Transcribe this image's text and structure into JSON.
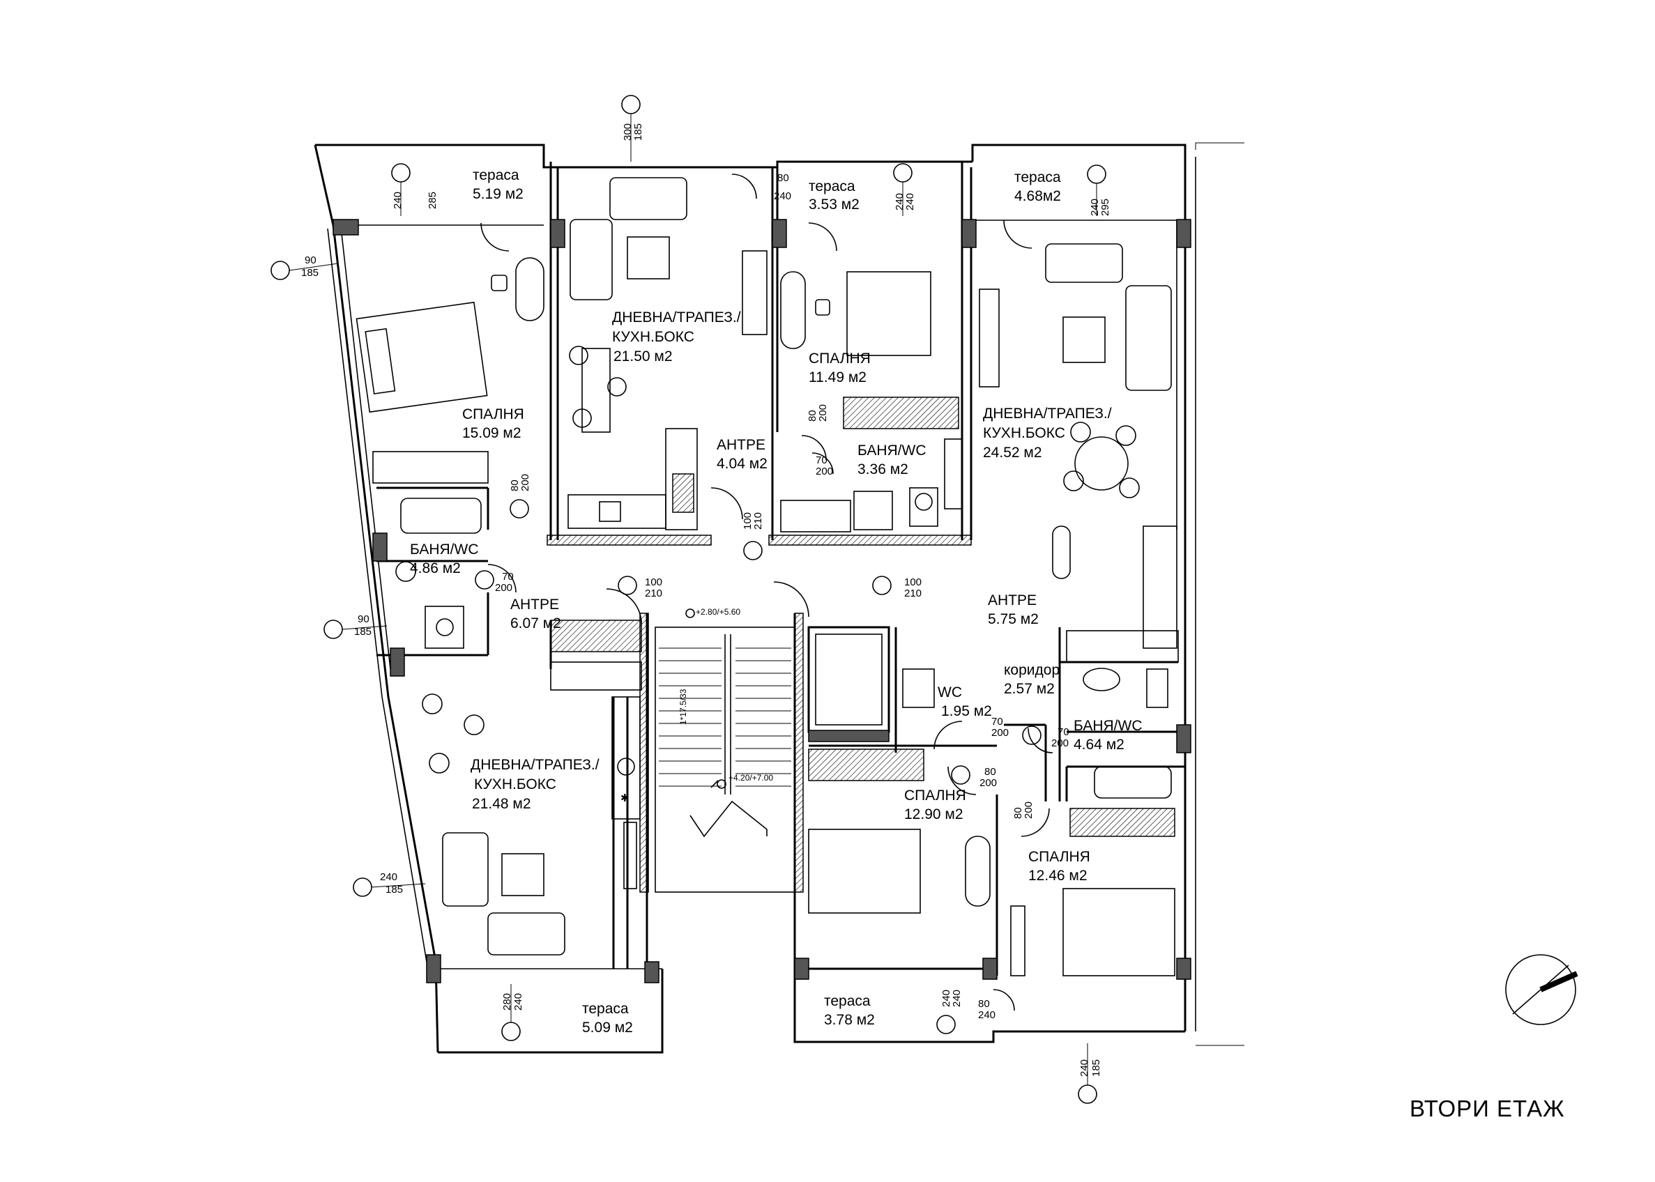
{
  "plan_title": "ВТОРИ ЕТАЖ",
  "rooms": [
    {
      "id": "r1",
      "name": "тераса",
      "area": "5.19 м2"
    },
    {
      "id": "r2",
      "name": "СПАЛНЯ",
      "area": "15.09 м2"
    },
    {
      "id": "r3",
      "name": "БАНЯ/WC",
      "area": "4.86 м2"
    },
    {
      "id": "r4",
      "name": "АНТРЕ",
      "area": "6.07 м2"
    },
    {
      "id": "r5",
      "name": "ДНЕВНА/ТРАПЕЗ./",
      "name2": "КУХН.БОКС",
      "area": "21.48 м2"
    },
    {
      "id": "r6",
      "name": "тераса",
      "area": "5.09 м2"
    },
    {
      "id": "r7",
      "name": "ДНЕВНА/ТРАПЕЗ./",
      "name2": "КУХН.БОКС",
      "area": "21.50 м2"
    },
    {
      "id": "r8",
      "name": "АНТРЕ",
      "area": "4.04 м2"
    },
    {
      "id": "r9",
      "name": "тераса",
      "area": "3.53 м2"
    },
    {
      "id": "r10",
      "name": "СПАЛНЯ",
      "area": "11.49 м2"
    },
    {
      "id": "r11",
      "name": "БАНЯ/WC",
      "area": "3.36 м2"
    },
    {
      "id": "r12",
      "name": "тераса",
      "area": "4.68м2"
    },
    {
      "id": "r13",
      "name": "ДНЕВНА/ТРАПЕЗ./",
      "name2": "КУХН.БОКС",
      "area": "24.52 м2"
    },
    {
      "id": "r14",
      "name": "АНТРЕ",
      "area": "5.75 м2"
    },
    {
      "id": "r15",
      "name": "коридор",
      "area": "2.57 м2"
    },
    {
      "id": "r16",
      "name": "WC",
      "area": "1.95 м2"
    },
    {
      "id": "r17",
      "name": "БАНЯ/WC",
      "area": "4.64 м2"
    },
    {
      "id": "r18",
      "name": "СПАЛНЯ",
      "area": "12.90 м2"
    },
    {
      "id": "r19",
      "name": "СПАЛНЯ",
      "area": "12.46 м2"
    },
    {
      "id": "r20",
      "name": "тераса",
      "area": "3.78 м2"
    }
  ],
  "openings": {
    "o1": {
      "a": "300",
      "b": "185"
    },
    "o2": {
      "a": "285",
      "b": "240"
    },
    "o3": {
      "a": "90",
      "b": "185"
    },
    "o4": {
      "a": "80",
      "b": "240"
    },
    "o5": {
      "a": "240",
      "b": "240"
    },
    "o6": {
      "a": "295",
      "b": "240"
    },
    "o7": {
      "a": "80",
      "b": "200"
    },
    "o8": {
      "a": "80",
      "b": "200"
    },
    "o9": {
      "a": "70",
      "b": "200"
    },
    "o10": {
      "a": "100",
      "b": "210"
    },
    "o11": {
      "a": "70",
      "b": "200"
    },
    "o12": {
      "a": "100",
      "b": "210"
    },
    "o13": {
      "a": "100",
      "b": "210"
    },
    "o14": {
      "a": "90",
      "b": "185"
    },
    "o15": {
      "a": "70",
      "b": "200"
    },
    "o16": {
      "a": "70",
      "b": "200"
    },
    "o17": {
      "a": "80",
      "b": "200"
    },
    "o18": {
      "a": "80",
      "b": "200"
    },
    "o19": {
      "a": "240",
      "b": "185"
    },
    "o20": {
      "a": "280",
      "b": "240"
    },
    "o21": {
      "a": "240",
      "b": "240"
    },
    "o22": {
      "a": "80",
      "b": "240"
    },
    "o23": {
      "a": "240",
      "b": "185"
    }
  },
  "stair": {
    "level_top": "+2.80/+5.60",
    "level_bottom": "+4.20/+7.00",
    "width_label": "1*17.5/33"
  }
}
